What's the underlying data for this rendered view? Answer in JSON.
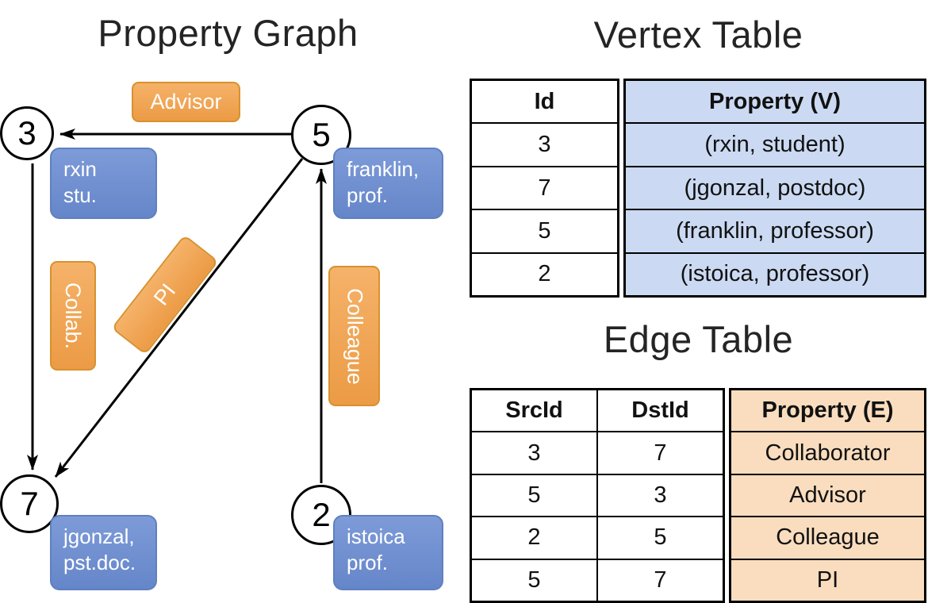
{
  "figure": {
    "graph_title": "Property Graph",
    "vertex_table_title": "Vertex Table",
    "edge_table_title": "Edge Table"
  },
  "graph": {
    "nodes": [
      {
        "id": "3"
      },
      {
        "id": "5"
      },
      {
        "id": "7"
      },
      {
        "id": "2"
      }
    ],
    "vertex_labels": [
      {
        "node": "3",
        "line1": "rxin",
        "line2": "stu."
      },
      {
        "node": "5",
        "line1": "franklin,",
        "line2": "prof."
      },
      {
        "node": "7",
        "line1": "jgonzal,",
        "line2": "pst.doc."
      },
      {
        "node": "2",
        "line1": "istoica",
        "line2": "prof."
      }
    ],
    "edges": [
      {
        "src": "5",
        "dst": "3",
        "label": "Advisor"
      },
      {
        "src": "3",
        "dst": "7",
        "label": "Collab."
      },
      {
        "src": "5",
        "dst": "7",
        "label": "PI"
      },
      {
        "src": "2",
        "dst": "5",
        "label": "Colleague"
      }
    ]
  },
  "vertex_table": {
    "headers": {
      "id": "Id",
      "property": "Property (V)"
    },
    "rows": [
      {
        "id": "3",
        "property": "(rxin, student)"
      },
      {
        "id": "7",
        "property": "(jgonzal, postdoc)"
      },
      {
        "id": "5",
        "property": "(franklin, professor)"
      },
      {
        "id": "2",
        "property": "(istoica, professor)"
      }
    ]
  },
  "edge_table": {
    "headers": {
      "src": "SrcId",
      "dst": "DstId",
      "property": "Property (E)"
    },
    "rows": [
      {
        "src": "3",
        "dst": "7",
        "property": "Collaborator"
      },
      {
        "src": "5",
        "dst": "3",
        "property": "Advisor"
      },
      {
        "src": "2",
        "dst": "5",
        "property": "Colleague"
      },
      {
        "src": "5",
        "dst": "7",
        "property": "PI"
      }
    ]
  },
  "colors": {
    "edge_label_fill": "#F0A85C",
    "edge_label_border": "#D8912F",
    "vertex_label_fill": "#7291D2",
    "vertex_label_border": "#5F80C0",
    "vertex_property_cell_fill": "#CBDAF2",
    "edge_property_cell_fill": "#F9DDBE",
    "arrow_color": "#000000"
  }
}
